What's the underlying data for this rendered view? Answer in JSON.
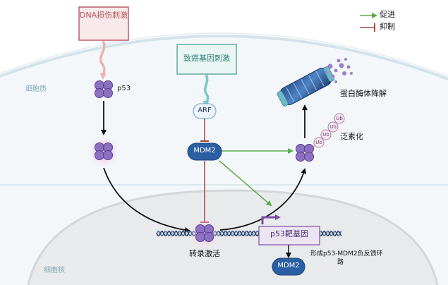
{
  "legend": {
    "promote_label": "促进",
    "inhibit_label": "抑制",
    "promote_color": "#5aaa4a",
    "inhibit_color": "#a8453e"
  },
  "stimuli": {
    "dna_damage": "DNA损伤刺激",
    "oncogenic": "致癌基因刺激"
  },
  "compartments": {
    "cytoplasm": "细胞质",
    "nucleus": "细胞核"
  },
  "proteins": {
    "p53": "p53",
    "arf": "ARF",
    "mdm2": "MDM2",
    "mdm2_new": "MDM2",
    "ub": "Ub"
  },
  "processes": {
    "proteasome": "蛋白酶体降解",
    "ubiquitination": "泛素化",
    "transcription": "转录激活",
    "target_gene": "p53靶基因",
    "feedback_line1": "形成p53-MDM2负反馈环",
    "feedback_line2": "路"
  }
}
